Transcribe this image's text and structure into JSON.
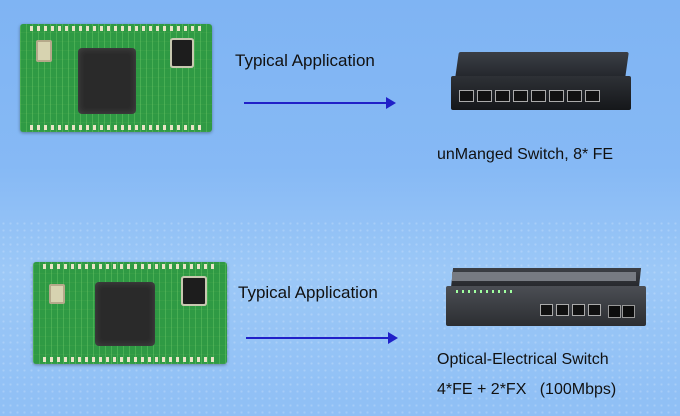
{
  "rows": [
    {
      "application_label": "Typical Application",
      "device_caption_line1": "unManged Switch, 8* FE",
      "device_caption_line2": ""
    },
    {
      "application_label": "Typical Application",
      "device_caption_line1": "Optical-Electrical Switch",
      "device_caption_line2": "4*FE + 2*FX   (100Mbps)"
    }
  ],
  "colors": {
    "background": "#86b9f5",
    "arrow": "#2020c8",
    "pcb_green": "#2f9a44"
  }
}
